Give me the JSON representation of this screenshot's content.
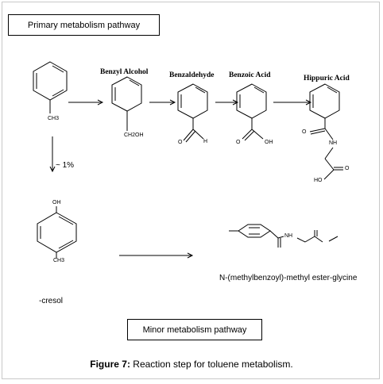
{
  "primary_box": "Primary metabolism pathway",
  "minor_box": "Minor metabolism pathway",
  "caption": {
    "figure": "Figure 7:",
    "text": " Reaction step for toluene metabolism."
  },
  "compounds": {
    "toluene_sub": "CH3",
    "benzyl_alcohol": "Benzyl Alcohol",
    "benzyl_alcohol_sub": "CH2OH",
    "benzaldehyde": "Benzaldehyde",
    "benzaldehyde_o": "O",
    "benzaldehyde_h": "H",
    "benzoic_acid": "Benzoic Acid",
    "benzoic_o": "O",
    "benzoic_oh": "OH",
    "hippuric_acid": "Hippuric Acid",
    "hippuric_o": "O",
    "hippuric_nh": "NH",
    "hippuric_o2": "O",
    "hippuric_ho": "HO",
    "cresol_oh": "OH",
    "cresol_ch3": "CH3",
    "cresol_name": "-cresol",
    "ester_nh": "NH",
    "ester_name": "N-(methylbenzoyl)-methyl ester-glycine"
  },
  "minor_pathway_pct": "~ 1%"
}
